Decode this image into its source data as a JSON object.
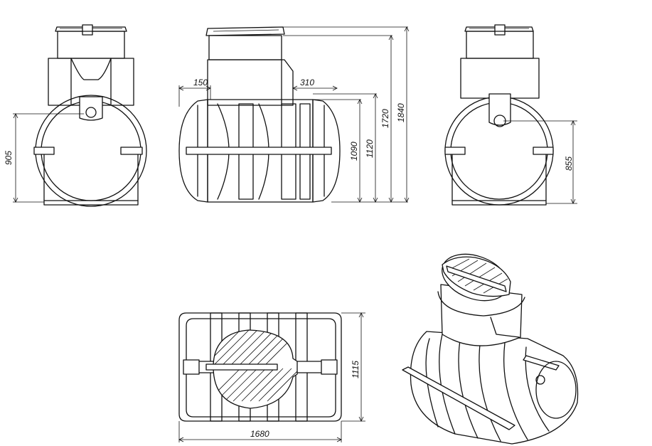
{
  "dimensions": {
    "front_height_axis": "905",
    "side_left_offset": "150",
    "side_right_offset": "310",
    "side_height_1090": "1090",
    "side_height_1120": "1120",
    "side_height_1720": "1720",
    "side_height_1840": "1840",
    "back_height_axis": "855",
    "top_width": "1115",
    "top_length": "1680"
  }
}
